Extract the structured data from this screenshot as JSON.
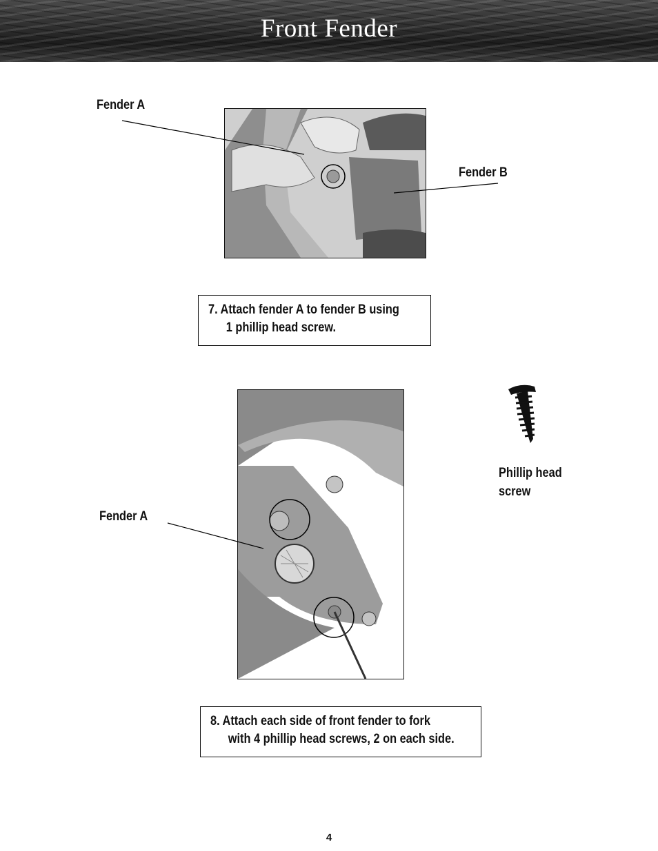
{
  "header": {
    "title": "Front Fender"
  },
  "labels": {
    "fender_a_top": "Fender A",
    "fender_b": "Fender B",
    "fender_a_bottom": "Fender A",
    "screw_line1": "Phillip head",
    "screw_line2": "screw"
  },
  "steps": [
    {
      "line1": "7.  Attach fender A to fender B using",
      "line2": "1 phillip head screw."
    },
    {
      "line1": "8.  Attach each side of front fender to fork",
      "line2": "with 4 phillip head screws, 2 on each side."
    }
  ],
  "footer": {
    "page_number": "4"
  }
}
